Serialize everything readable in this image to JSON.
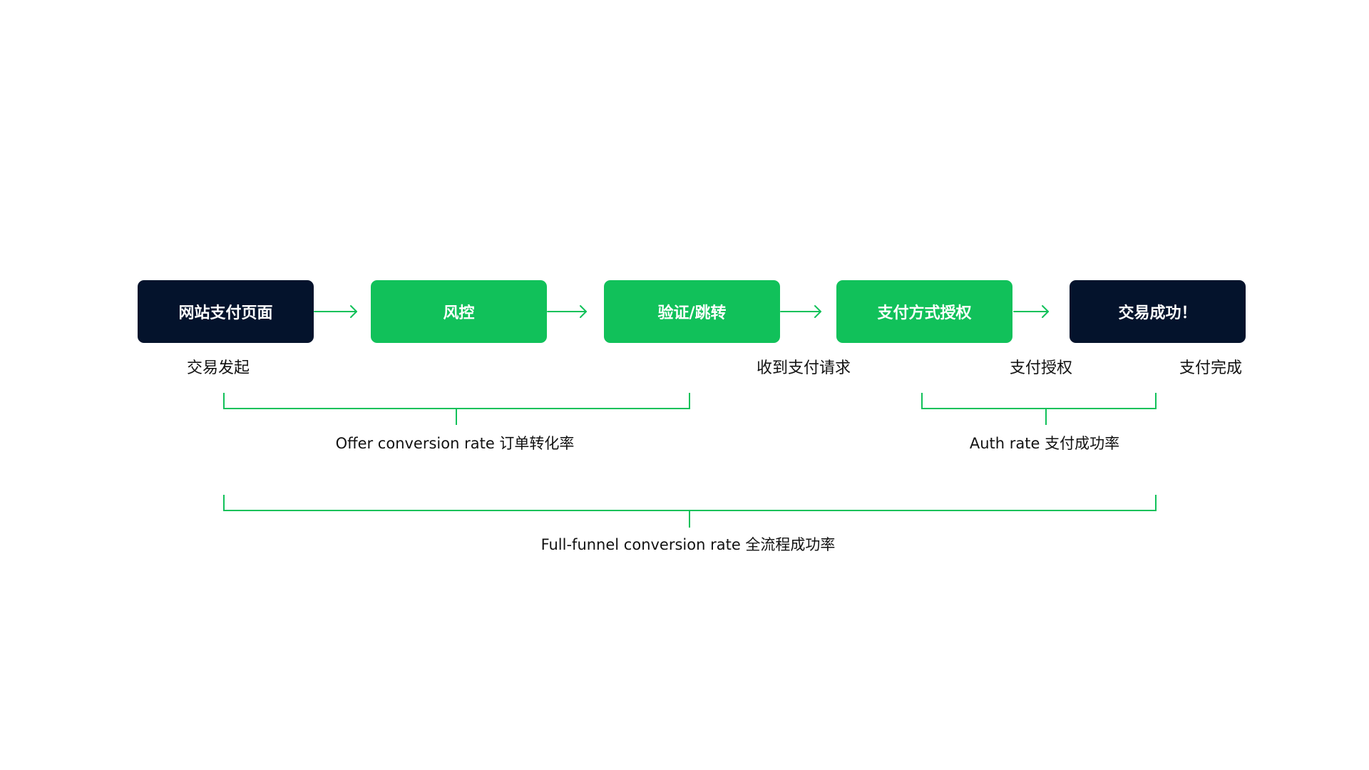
{
  "flow": {
    "steps": [
      {
        "id": "checkout",
        "label": "网站支付页面",
        "style": "dark"
      },
      {
        "id": "risk",
        "label": "风控",
        "style": "green"
      },
      {
        "id": "verify",
        "label": "验证/跳转",
        "style": "green"
      },
      {
        "id": "method-auth",
        "label": "支付方式授权",
        "style": "green"
      },
      {
        "id": "success",
        "label": "交易成功！",
        "style": "dark"
      }
    ]
  },
  "milestones": {
    "initiated": "交易发起",
    "request_received": "收到支付请求",
    "authorized": "支付授权",
    "completed": "支付完成"
  },
  "metrics": {
    "offer": "Offer conversion rate 订单转化率",
    "auth": "Auth rate 支付成功率",
    "full": "Full-funnel conversion rate 全流程成功率"
  },
  "colors": {
    "dark": "#04132c",
    "green": "#11c15a",
    "line": "#11c15a",
    "text": "#111111",
    "background": "#ffffff"
  }
}
